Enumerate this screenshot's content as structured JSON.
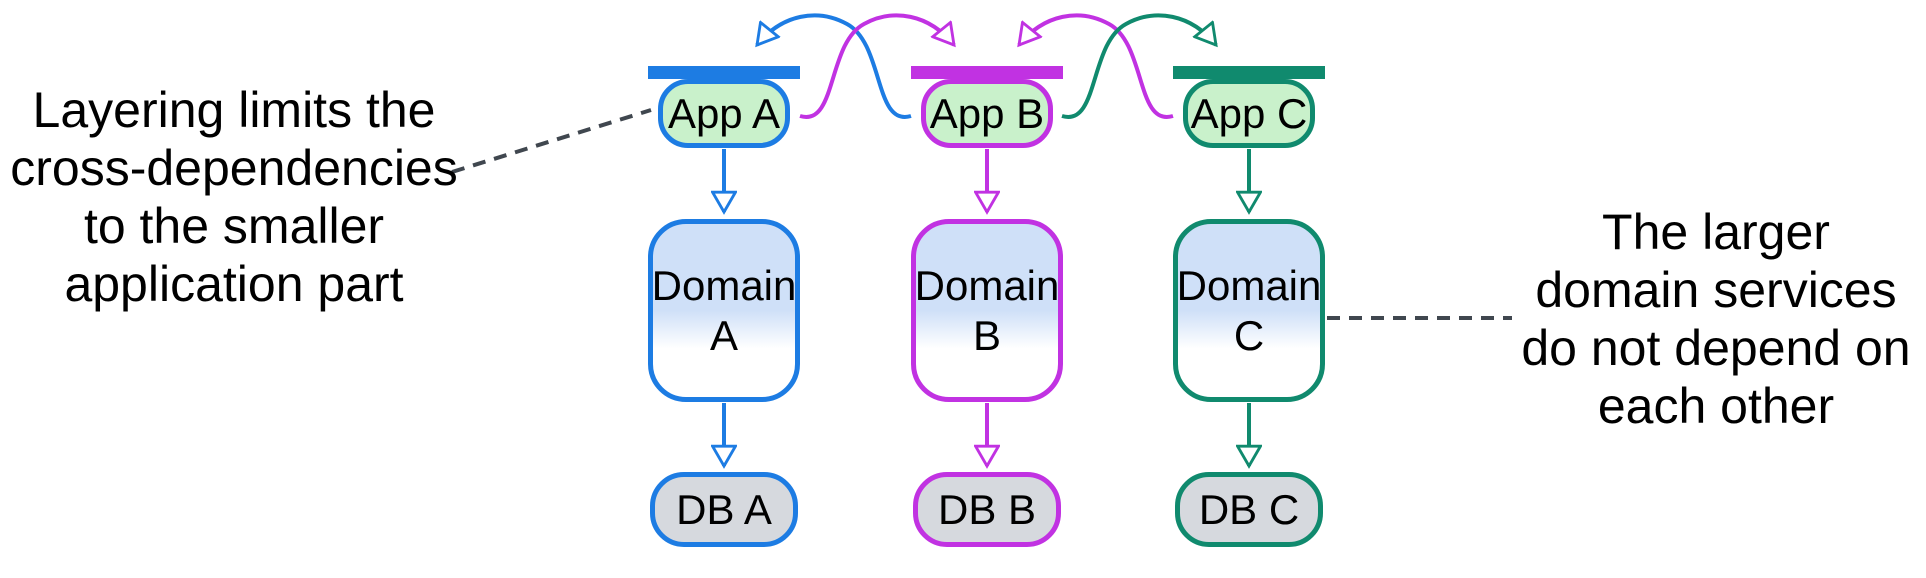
{
  "diagram": {
    "kind": "layered-architecture",
    "annotations": {
      "left": {
        "lines": [
          "Layering limits the",
          "cross-dependencies",
          "to the smaller",
          "application part"
        ],
        "points_to": "App A"
      },
      "right": {
        "lines": [
          "The larger",
          "domain services",
          "do not depend on",
          "each other"
        ],
        "points_to": "Domain C"
      }
    },
    "columns": [
      {
        "id": "A",
        "accent": "#1d7ce3",
        "app_label": "App A",
        "domain_label_line1": "Domain",
        "domain_label_line2": "A",
        "db_label": "DB A"
      },
      {
        "id": "B",
        "accent": "#c132e2",
        "app_label": "App B",
        "domain_label_line1": "Domain",
        "domain_label_line2": "B",
        "db_label": "DB B"
      },
      {
        "id": "C",
        "accent": "#108a6e",
        "app_label": "App C",
        "domain_label_line1": "Domain",
        "domain_label_line2": "C",
        "db_label": "DB C"
      }
    ],
    "edges": [
      {
        "from": "App B",
        "to": "App A",
        "color": "#1d7ce3",
        "style": "curved-open-arrow"
      },
      {
        "from": "App A",
        "to": "App B",
        "color": "#c132e2",
        "style": "curved-open-arrow"
      },
      {
        "from": "App C",
        "to": "App B",
        "color": "#c132e2",
        "style": "curved-open-arrow"
      },
      {
        "from": "App B",
        "to": "App C",
        "color": "#108a6e",
        "style": "curved-open-arrow"
      },
      {
        "from": "App A",
        "to": "Domain A",
        "color": "#1d7ce3",
        "style": "straight-open-arrow"
      },
      {
        "from": "Domain A",
        "to": "DB A",
        "color": "#1d7ce3",
        "style": "straight-open-arrow"
      },
      {
        "from": "App B",
        "to": "Domain B",
        "color": "#c132e2",
        "style": "straight-open-arrow"
      },
      {
        "from": "Domain B",
        "to": "DB B",
        "color": "#c132e2",
        "style": "straight-open-arrow"
      },
      {
        "from": "App C",
        "to": "Domain C",
        "color": "#108a6e",
        "style": "straight-open-arrow"
      },
      {
        "from": "Domain C",
        "to": "DB C",
        "color": "#108a6e",
        "style": "straight-open-arrow"
      },
      {
        "from": "left-note",
        "to": "App A",
        "color": "#40474f",
        "style": "dashed"
      },
      {
        "from": "Domain C",
        "to": "right-note",
        "color": "#40474f",
        "style": "dashed"
      }
    ],
    "colors": {
      "blue": "#1d7ce3",
      "magenta": "#c132e2",
      "teal": "#108a6e",
      "app_fill": "#c9f1cb",
      "domain_fill_top": "#cfe0f8",
      "db_fill": "#d6d9de",
      "note_line": "#40474f",
      "text": "#000000",
      "background": "#ffffff"
    }
  }
}
